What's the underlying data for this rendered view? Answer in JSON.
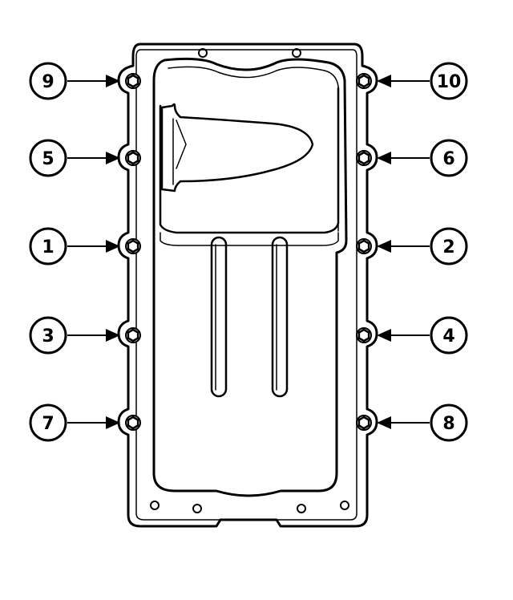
{
  "diagram": {
    "subject": "oil-pan-bolt-tightening-sequence",
    "line_color": "#000000",
    "background_color": "#ffffff",
    "callouts": [
      {
        "id": "9",
        "label": "9",
        "side": "left",
        "row": 1
      },
      {
        "id": "10",
        "label": "10",
        "side": "right",
        "row": 1
      },
      {
        "id": "5",
        "label": "5",
        "side": "left",
        "row": 2
      },
      {
        "id": "6",
        "label": "6",
        "side": "right",
        "row": 2
      },
      {
        "id": "1",
        "label": "1",
        "side": "left",
        "row": 3
      },
      {
        "id": "2",
        "label": "2",
        "side": "right",
        "row": 3
      },
      {
        "id": "3",
        "label": "3",
        "side": "left",
        "row": 4
      },
      {
        "id": "4",
        "label": "4",
        "side": "right",
        "row": 4
      },
      {
        "id": "7",
        "label": "7",
        "side": "left",
        "row": 5
      },
      {
        "id": "8",
        "label": "8",
        "side": "right",
        "row": 5
      }
    ]
  }
}
